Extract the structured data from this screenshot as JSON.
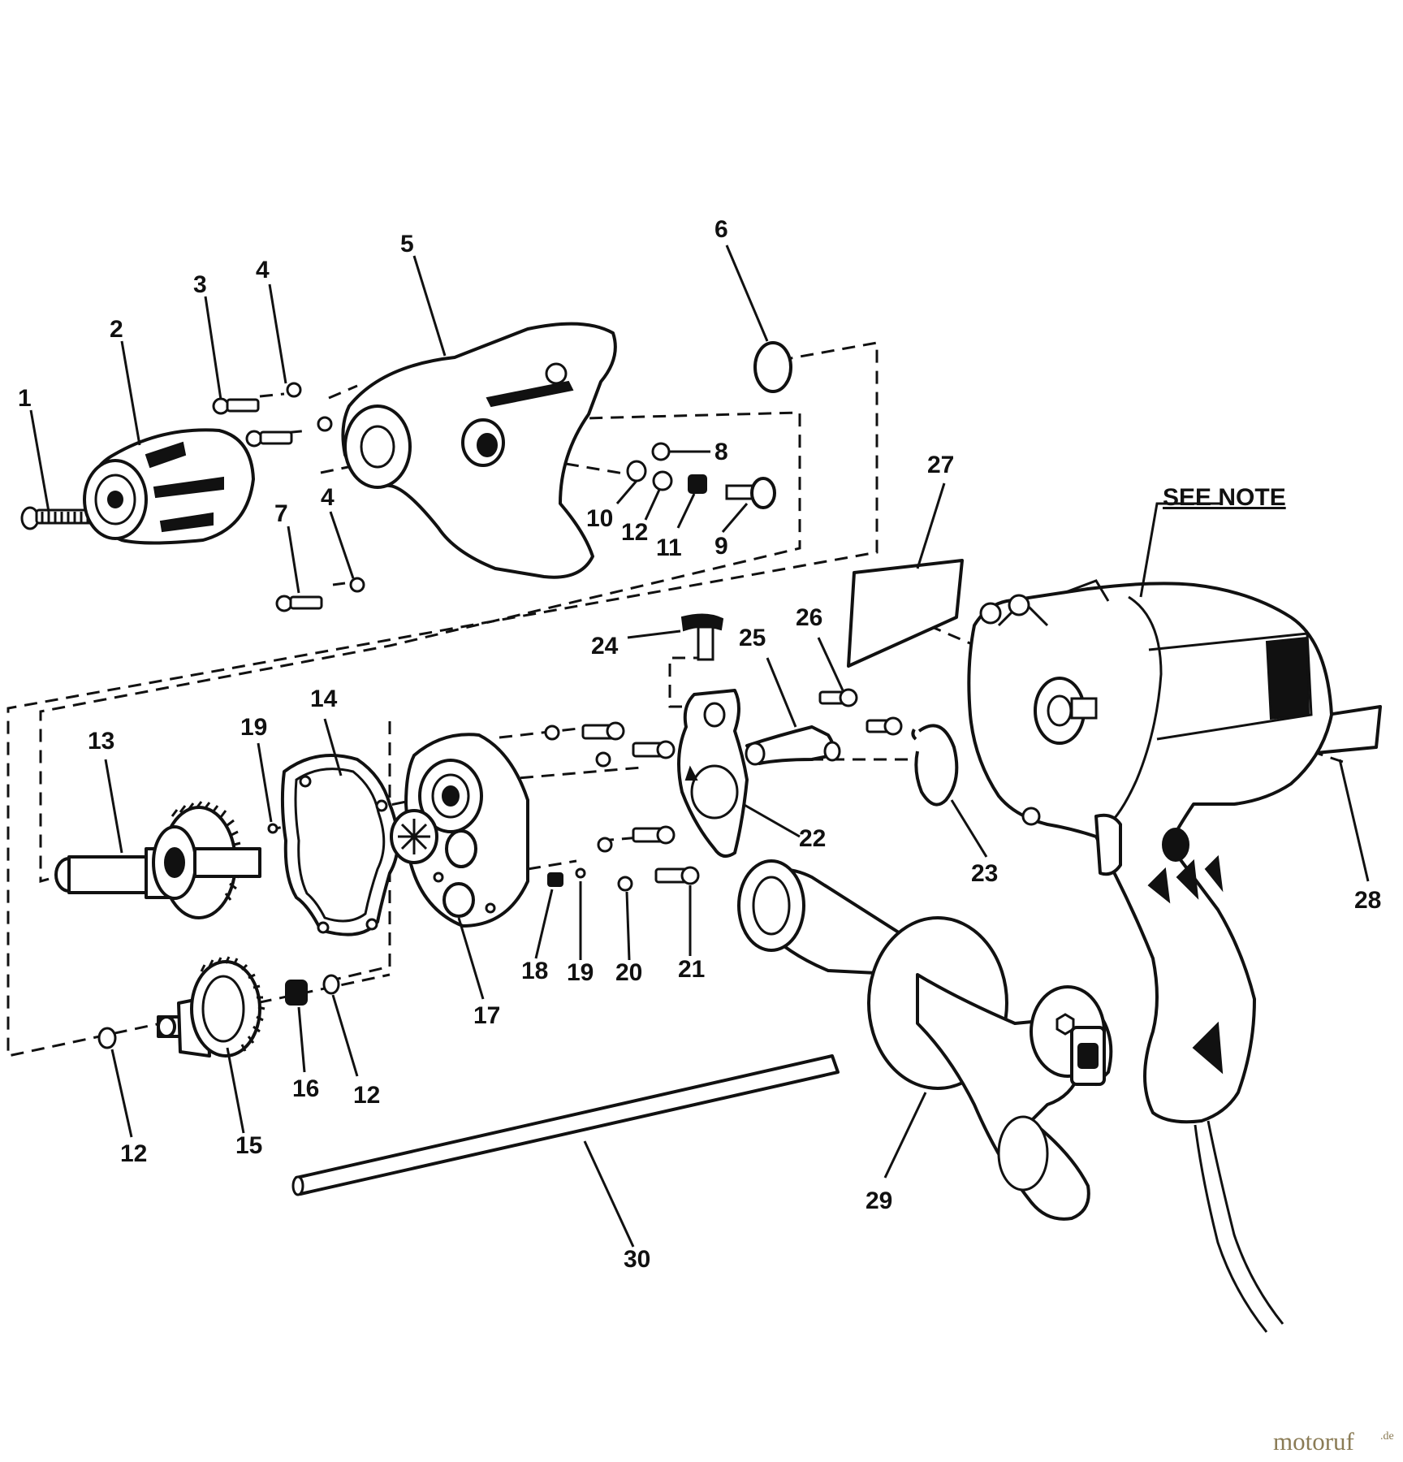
{
  "labels": {
    "n1": "1",
    "n2": "2",
    "n3": "3",
    "n4a": "4",
    "n4b": "4",
    "n5": "5",
    "n6": "6",
    "n7": "7",
    "n8": "8",
    "n9": "9",
    "n10": "10",
    "n11": "11",
    "n12a": "12",
    "n12b": "12",
    "n12c": "12",
    "n13": "13",
    "n14": "14",
    "n15": "15",
    "n16": "16",
    "n17": "17",
    "n18": "18",
    "n19a": "19",
    "n19b": "19",
    "n20": "20",
    "n21": "21",
    "n22": "22",
    "n23": "23",
    "n24": "24",
    "n25": "25",
    "n26": "26",
    "n27": "27",
    "n28": "28",
    "n29": "29",
    "n30": "30"
  },
  "note": "SEE NOTE",
  "watermark": {
    "name": "motoruf",
    "tld": ".de"
  }
}
